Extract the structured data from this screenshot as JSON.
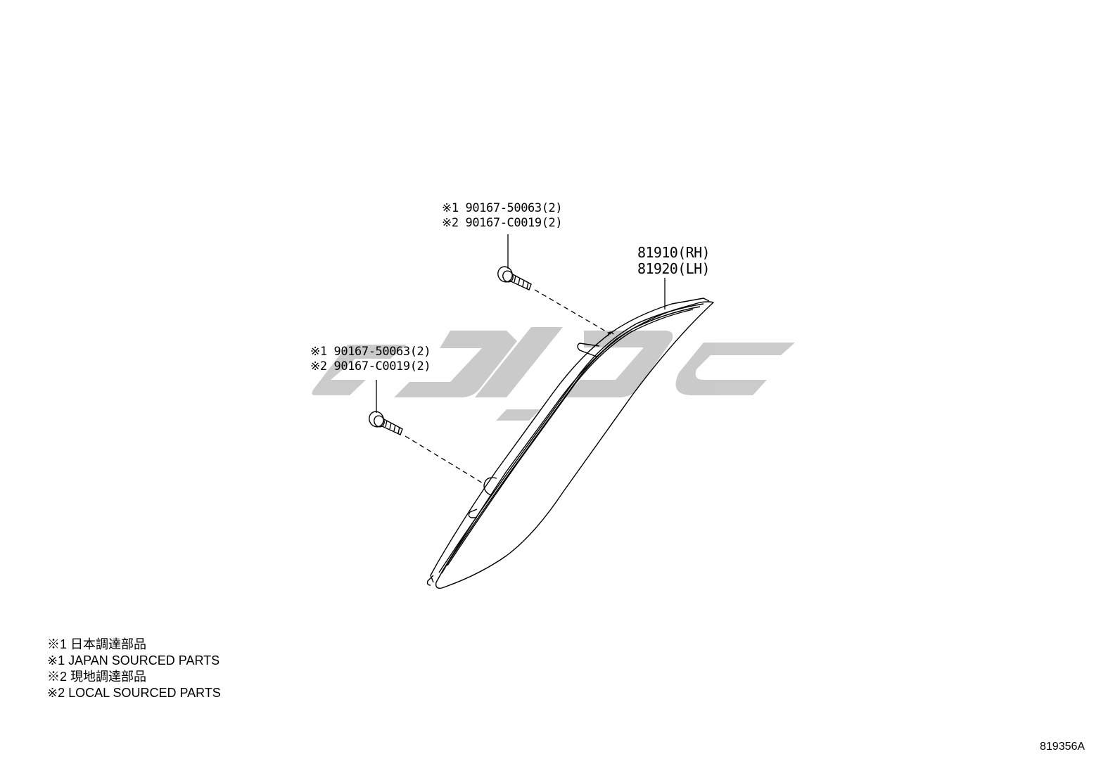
{
  "callouts": {
    "screw_upper": [
      "※1 90167-50063(2)",
      "※2 90167-C0019(2)"
    ],
    "screw_lower": [
      "※1 90167-50063(2)",
      "※2 90167-C0019(2)"
    ],
    "reflector": [
      "81910(RH)",
      "81920(LH)"
    ]
  },
  "legend": [
    "※1 日本調達部品",
    "※1 JAPAN SOURCED PARTS",
    "※2 現地調達部品",
    "※2 LOCAL SOURCED PARTS"
  ],
  "diagram_id": "819356A",
  "colors": {
    "line": "#000000",
    "watermark": "#c8c8c8",
    "background": "#ffffff"
  },
  "icons": {
    "screw": "screw-icon",
    "reflector": "reflector-part-icon",
    "watermark": "watermark-logo"
  }
}
